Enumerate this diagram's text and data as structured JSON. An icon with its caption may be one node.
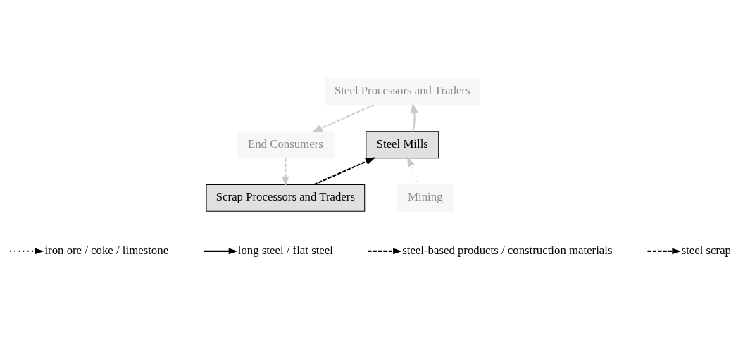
{
  "diagram": {
    "nodes": [
      {
        "text": [
          "Steel Processors and Traders"
        ]
      },
      {
        "text": [
          "Steel Mills"
        ]
      },
      {
        "text": [
          "End Consumers"
        ]
      },
      {
        "text": [
          "Scrap Processors and Traders"
        ]
      },
      {
        "text": [
          "Mining"
        ]
      }
    ],
    "edges": [
      {
        "from": 1,
        "to": 0,
        "arrow": "to"
      },
      {
        "from": 0,
        "to": 2,
        "arrow": "to",
        "style": "dashed"
      },
      {
        "from": 2,
        "to": 3,
        "arrow": "to",
        "style": "dashed"
      },
      {
        "from": 3,
        "to": 1,
        "arrow": "to",
        "style": "dashed",
        "color": "#000000"
      },
      {
        "from": 4,
        "to": 1,
        "arrow": "to",
        "style": "dashed"
      }
    ],
    "legend": [
      {
        "text": "iron ore / coke / limestone"
      },
      {
        "text": "long steel / flat steel"
      },
      {
        "text": "steel-based products / construction materials"
      },
      {
        "text": "steel scrap"
      }
    ]
  }
}
